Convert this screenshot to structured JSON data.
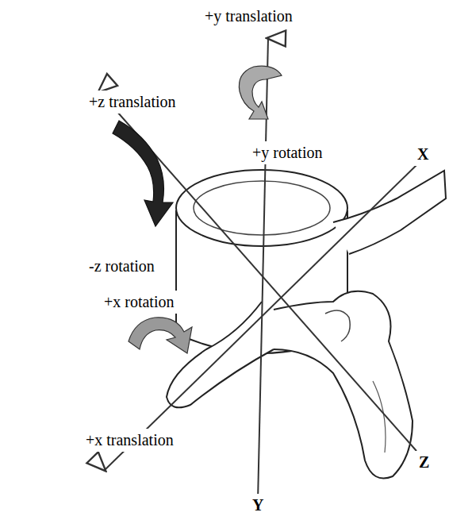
{
  "diagram": {
    "labels": [
      "+y translation",
      "+z translation",
      "+y rotation",
      "X",
      "-z rotation",
      "+x rotation",
      "+x translation",
      "Z",
      "Y"
    ]
  }
}
